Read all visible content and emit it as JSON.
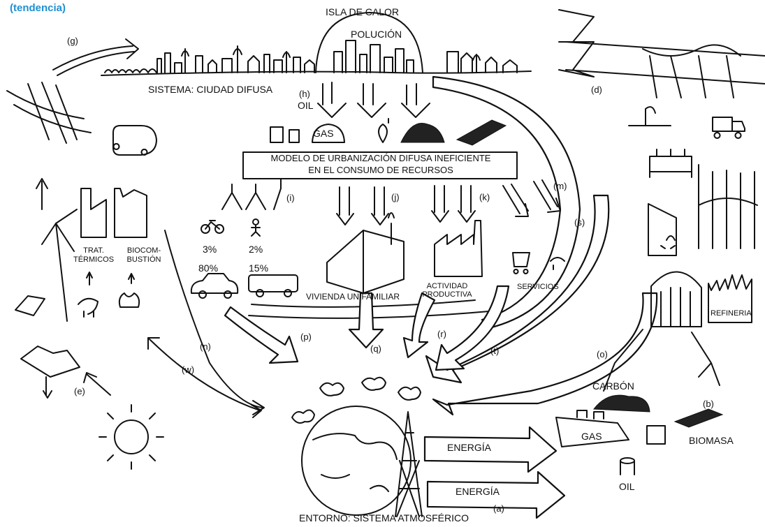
{
  "header": {
    "tag": "(tendencia)"
  },
  "labels": {
    "heat_island": "ISLA DE CALOR",
    "pollution": "POLUCIÓN",
    "system": "SISTEMA: CIUDAD DIFUSA",
    "oil_top": "OIL",
    "gas_top": "GAS",
    "model_line1": "MODELO DE URBANIZACIÓN DIFUSA INEFICIENTE",
    "model_line2": "EN EL CONSUMO DE RECURSOS",
    "trat_line1": "TRAT.",
    "trat_line2": "TÉRMICOS",
    "bio_line1": "BIOCOM-",
    "bio_line2": "BUSTIÓN",
    "pct_bike": "3%",
    "pct_walk": "2%",
    "pct_car": "80%",
    "pct_bus": "15%",
    "housing": "VIVIENDA UNIFAMILIAR",
    "productive_line1": "ACTIVIDAD",
    "productive_line2": "PRODUCTIVA",
    "services": "SERVICIOS",
    "refinery": "REFINERIA",
    "coal": "CARBÓN",
    "gas_bottom": "GAS",
    "oil_bottom": "OIL",
    "biomass": "BIOMASA",
    "energy_1": "ENERGÍA",
    "energy_2": "ENERGÍA",
    "environment": "ENTORNO: SISTEMA ATMOSFÉRICO"
  },
  "markers": {
    "a": "(a)",
    "b": "(b)",
    "d": "(d)",
    "e": "(e)",
    "g": "(g)",
    "h": "(h)",
    "i": "(i)",
    "j": "(j)",
    "k": "(k)",
    "m": "(m)",
    "n": "(n)",
    "o": "(o)",
    "p": "(p)",
    "q": "(q)",
    "r": "(r)",
    "s": "(s)",
    "t": "(t)",
    "w": "(w)"
  },
  "colors": {
    "ink": "#111111",
    "accent": "#1f8fd1",
    "background": "#ffffff"
  }
}
